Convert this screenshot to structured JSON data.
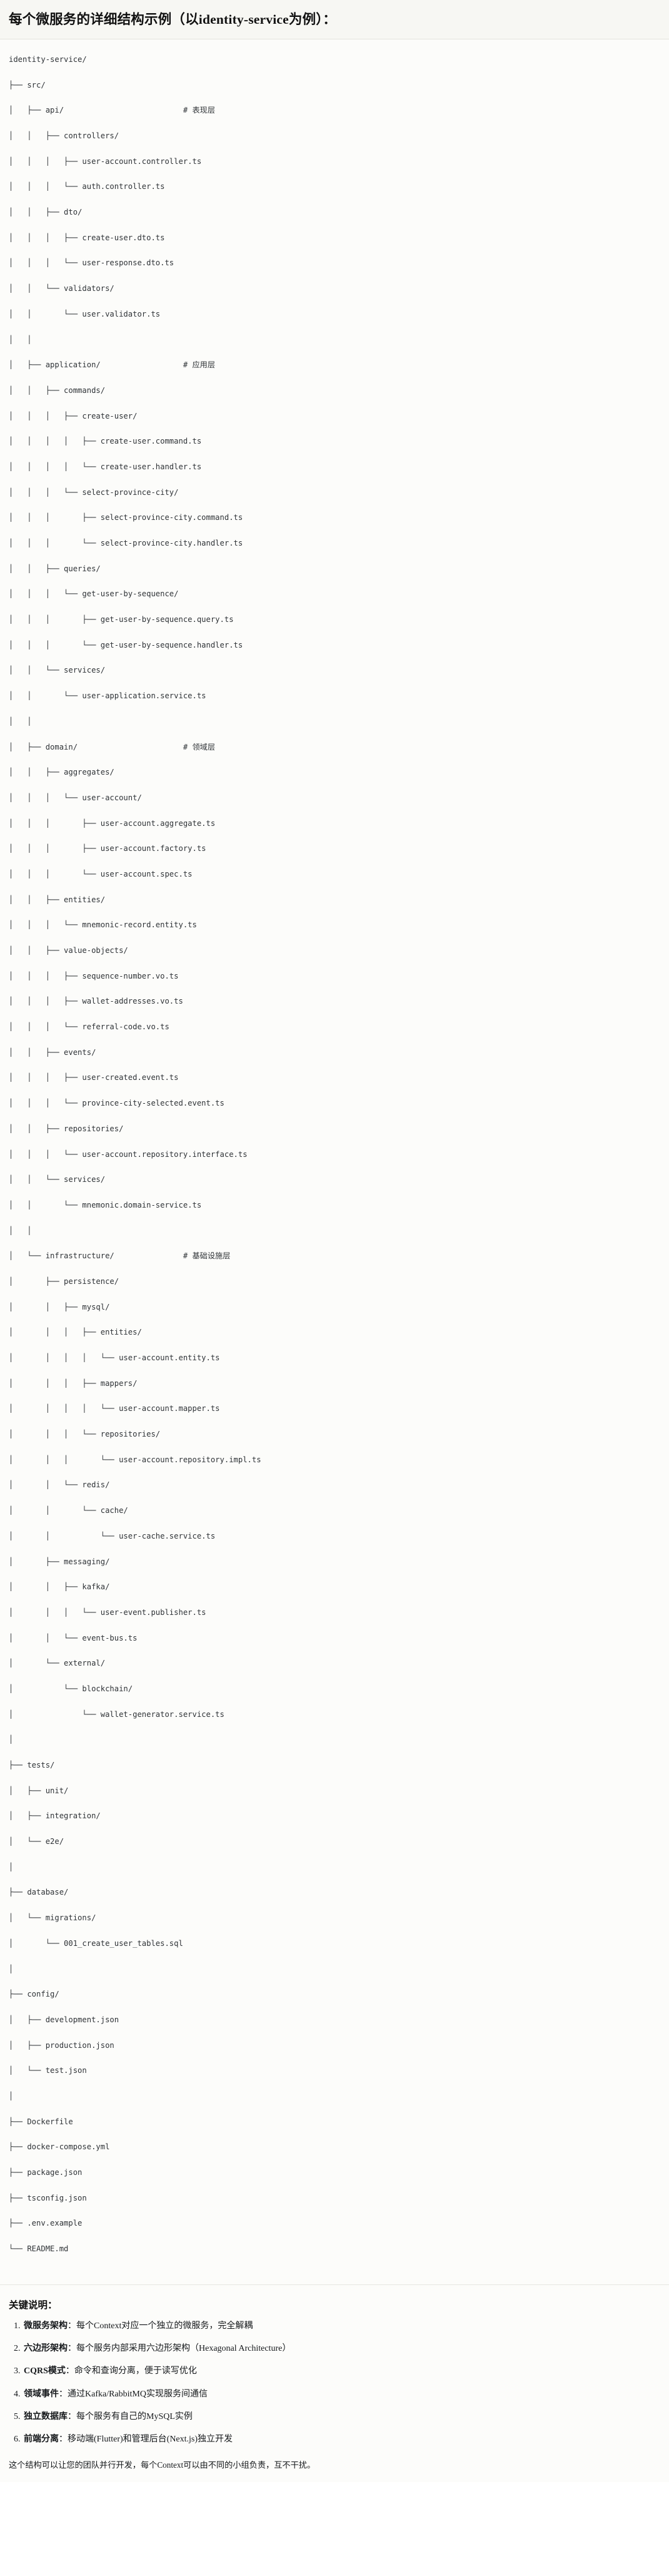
{
  "header": {
    "title": "每个微服务的详细结构示例（以identity-service为例）："
  },
  "tree": {
    "root": "identity-service/",
    "lines": [
      "identity-service/",
      "├── src/",
      "│   ├── api/                          # 表现层",
      "│   │   ├── controllers/",
      "│   │   │   ├── user-account.controller.ts",
      "│   │   │   └── auth.controller.ts",
      "│   │   ├── dto/",
      "│   │   │   ├── create-user.dto.ts",
      "│   │   │   └── user-response.dto.ts",
      "│   │   └── validators/",
      "│   │       └── user.validator.ts",
      "│   │",
      "│   ├── application/                  # 应用层",
      "│   │   ├── commands/",
      "│   │   │   ├── create-user/",
      "│   │   │   │   ├── create-user.command.ts",
      "│   │   │   │   └── create-user.handler.ts",
      "│   │   │   └── select-province-city/",
      "│   │   │       ├── select-province-city.command.ts",
      "│   │   │       └── select-province-city.handler.ts",
      "│   │   ├── queries/",
      "│   │   │   └── get-user-by-sequence/",
      "│   │   │       ├── get-user-by-sequence.query.ts",
      "│   │   │       └── get-user-by-sequence.handler.ts",
      "│   │   └── services/",
      "│   │       └── user-application.service.ts",
      "│   │",
      "│   ├── domain/                       # 领域层",
      "│   │   ├── aggregates/",
      "│   │   │   └── user-account/",
      "│   │   │       ├── user-account.aggregate.ts",
      "│   │   │       ├── user-account.factory.ts",
      "│   │   │       └── user-account.spec.ts",
      "│   │   ├── entities/",
      "│   │   │   └── mnemonic-record.entity.ts",
      "│   │   ├── value-objects/",
      "│   │   │   ├── sequence-number.vo.ts",
      "│   │   │   ├── wallet-addresses.vo.ts",
      "│   │   │   └── referral-code.vo.ts",
      "│   │   ├── events/",
      "│   │   │   ├── user-created.event.ts",
      "│   │   │   └── province-city-selected.event.ts",
      "│   │   ├── repositories/",
      "│   │   │   └── user-account.repository.interface.ts",
      "│   │   └── services/",
      "│   │       └── mnemonic.domain-service.ts",
      "│   │",
      "│   └── infrastructure/               # 基础设施层",
      "│       ├── persistence/",
      "│       │   ├── mysql/",
      "│       │   │   ├── entities/",
      "│       │   │   │   └── user-account.entity.ts",
      "│       │   │   ├── mappers/",
      "│       │   │   │   └── user-account.mapper.ts",
      "│       │   │   └── repositories/",
      "│       │   │       └── user-account.repository.impl.ts",
      "│       │   └── redis/",
      "│       │       └── cache/",
      "│       │           └── user-cache.service.ts",
      "│       ├── messaging/",
      "│       │   ├── kafka/",
      "│       │   │   └── user-event.publisher.ts",
      "│       │   └── event-bus.ts",
      "│       └── external/",
      "│           └── blockchain/",
      "│               └── wallet-generator.service.ts",
      "│",
      "├── tests/",
      "│   ├── unit/",
      "│   ├── integration/",
      "│   └── e2e/",
      "│",
      "├── database/",
      "│   └── migrations/",
      "│       └── 001_create_user_tables.sql",
      "│",
      "├── config/",
      "│   ├── development.json",
      "│   ├── production.json",
      "│   └── test.json",
      "│",
      "├── Dockerfile",
      "├── docker-compose.yml",
      "├── package.json",
      "├── tsconfig.json",
      "├── .env.example",
      "└── README.md"
    ],
    "layer_comments": [
      {
        "path": "api/",
        "comment": "# 表现层"
      },
      {
        "path": "application/",
        "comment": "# 应用层"
      },
      {
        "path": "domain/",
        "comment": "# 领域层"
      },
      {
        "path": "infrastructure/",
        "comment": "# 基础设施层"
      }
    ]
  },
  "notes": {
    "title": "关键说明：",
    "items": [
      {
        "term": "微服务架构",
        "sep": "：",
        "body": "每个Context对应一个独立的微服务，完全解耦"
      },
      {
        "term": "六边形架构",
        "sep": "：",
        "body": "每个服务内部采用六边形架构（Hexagonal Architecture）"
      },
      {
        "term": "CQRS模式",
        "sep": "：",
        "body": "命令和查询分离，便于读写优化"
      },
      {
        "term": "领域事件",
        "sep": "：",
        "body": "通过Kafka/RabbitMQ实现服务间通信"
      },
      {
        "term": "独立数据库",
        "sep": "：",
        "body": "每个服务有自己的MySQL实例"
      },
      {
        "term": "前端分离",
        "sep": "：",
        "body": "移动端(Flutter)和管理后台(Next.js)独立开发"
      }
    ],
    "closing": "这个结构可以让您的团队并行开发，每个Context可以由不同的小组负责，互不干扰。"
  },
  "colors": {
    "header_bg": "#f7f7f3",
    "body_bg": "#fcfcfa",
    "text": "#15181b",
    "tree_text": "#2f3337",
    "divider": "#e6e6e0"
  }
}
